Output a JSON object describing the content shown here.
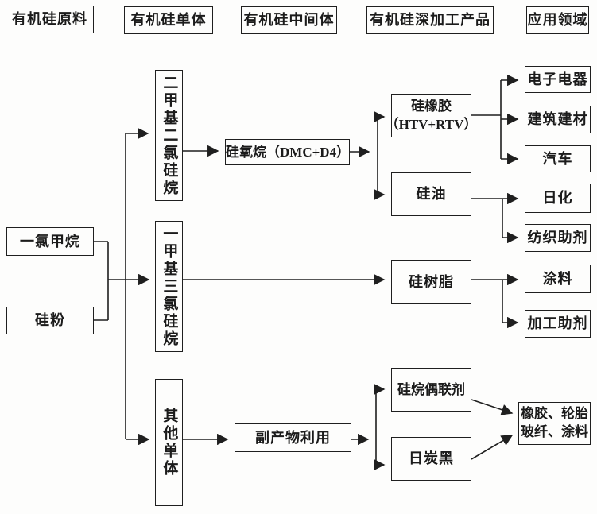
{
  "diagram": {
    "background": "#fdfdfc",
    "line_color": "#1f1f1f"
  },
  "headers": [
    {
      "label": "有机硅原料"
    },
    {
      "label": "有机硅单体"
    },
    {
      "label": "有机硅中间体"
    },
    {
      "label": "有机硅深加工产品"
    },
    {
      "label": "应用领域"
    }
  ],
  "nodes": {
    "raw_chloromethane": "一氯甲烷",
    "raw_silicon_powder": "硅粉",
    "mono_dimethyldichlorosilane": "二甲基二氯硅烷",
    "mono_methyltrichlorosilane": "一甲基三氯硅烷",
    "mono_other": "其他单体",
    "inter_siloxane": "硅氧烷（DMC+D4）",
    "inter_byproduct": "副产物利用",
    "deep_silicone_rubber_line1": "硅橡胶",
    "deep_silicone_rubber_line2": "（HTV+RTV）",
    "deep_silicone_oil": "硅油",
    "deep_silicone_resin": "硅树脂",
    "deep_silane_coupling_agent": "硅烷偶联剂",
    "deep_carbon_black": "日炭黑",
    "app_electronics": "电子电器",
    "app_construction": "建筑建材",
    "app_automobile": "汽车",
    "app_daily_chemicals": "日化",
    "app_textile_auxiliary": "纺织助剂",
    "app_coatings": "涂料",
    "app_processing_aids": "加工助剂",
    "app_merged_line1": "橡胶、轮胎",
    "app_merged_line2": "玻纤、涂料"
  }
}
